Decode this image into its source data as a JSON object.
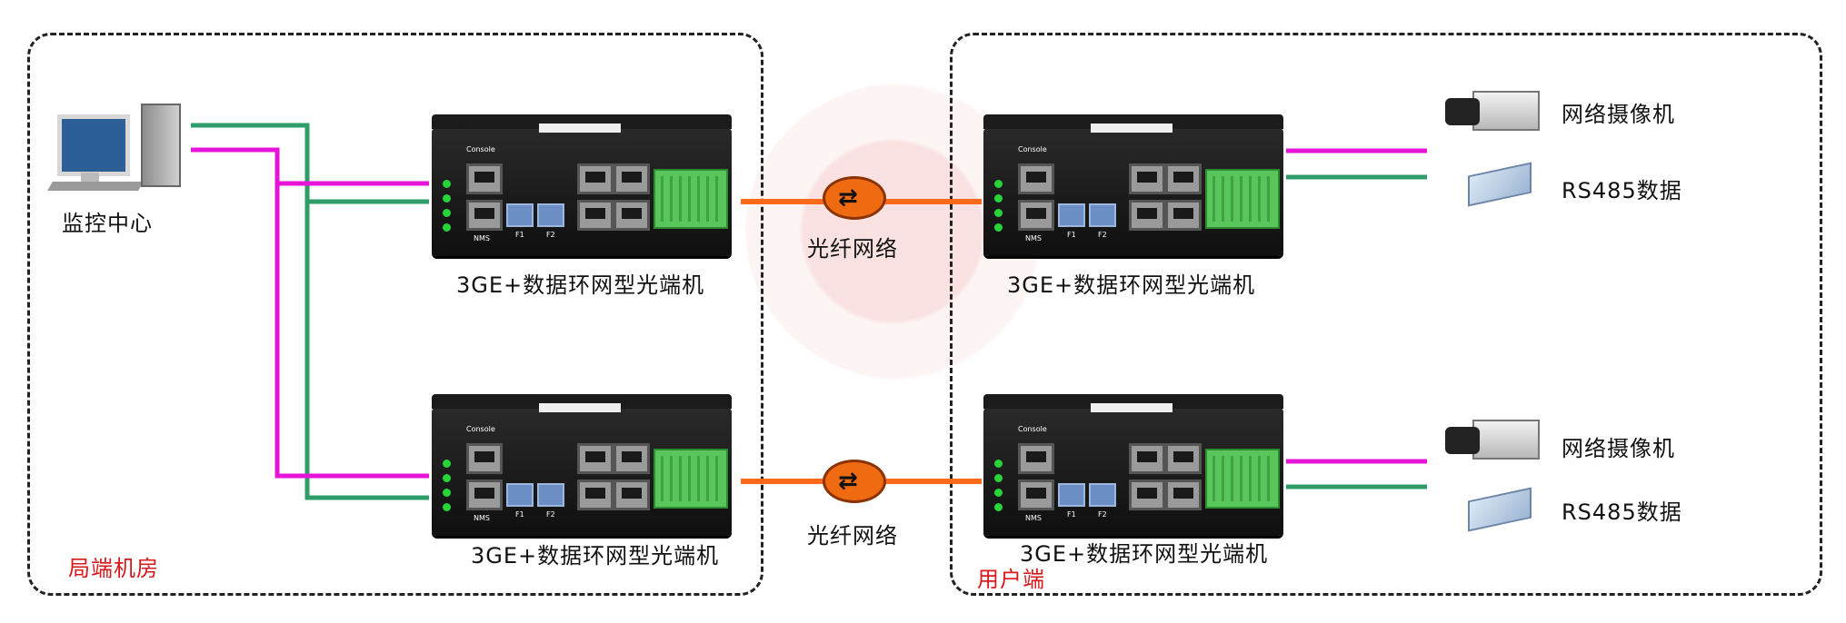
{
  "regions": {
    "local": "局端机房",
    "user": "用户端"
  },
  "monitor_center": "监控中心",
  "devices": {
    "top_left": "3GE+数据环网型光端机",
    "bottom_left": "3GE+数据环网型光端机",
    "top_right": "3GE+数据环网型光端机",
    "bottom_right": "3GE+数据环网型光端机"
  },
  "fiber_labels": {
    "top": "光纤网络",
    "bottom": "光纤网络"
  },
  "endpoints": {
    "camera_top": "网络摄像机",
    "rs485_top": "RS485数据",
    "camera_bottom": "网络摄像机",
    "rs485_bottom": "RS485数据"
  },
  "device_panel": {
    "console": "Console",
    "nms": "NMS",
    "f1": "F1",
    "f2": "F2"
  },
  "colors": {
    "magenta_line": "#e614d8",
    "green_line": "#2e9d6a",
    "fiber_line": "#ff6a1a",
    "region_border": "#222222",
    "region_label": "#d7191c"
  }
}
